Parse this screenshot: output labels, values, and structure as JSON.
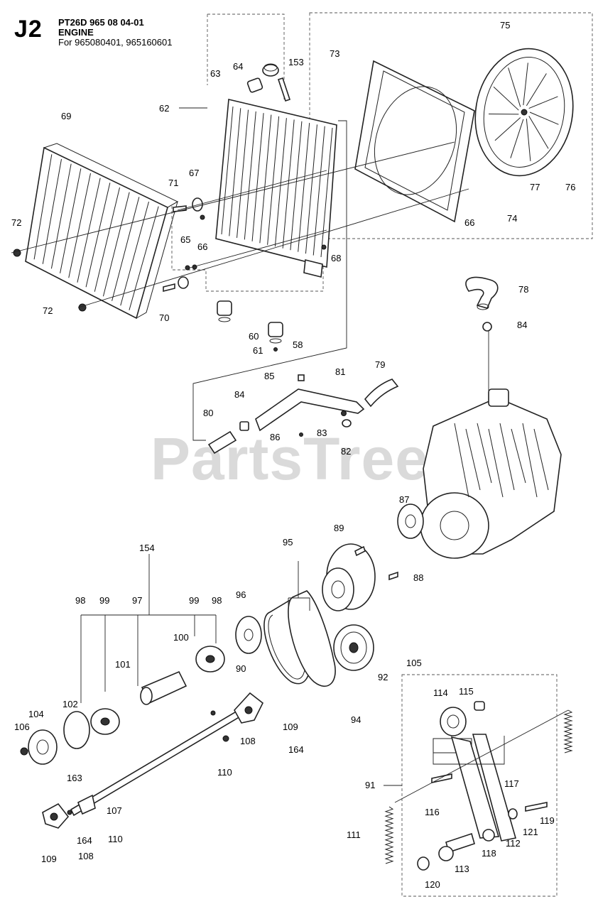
{
  "header": {
    "section": "J2",
    "model": "PT26D 965 08 04-01",
    "subtitle": "ENGINE",
    "for_line": "For 965080401, 965160601"
  },
  "watermark": "PartsTree",
  "colors": {
    "line": "#222222",
    "watermark": "#9a9a9a",
    "background": "#ffffff"
  },
  "labels": [
    {
      "id": "l75",
      "text": "75"
    },
    {
      "id": "l73",
      "text": "73"
    },
    {
      "id": "l64",
      "text": "64"
    },
    {
      "id": "l153",
      "text": "153"
    },
    {
      "id": "l63",
      "text": "63"
    },
    {
      "id": "l62",
      "text": "62"
    },
    {
      "id": "l69",
      "text": "69"
    },
    {
      "id": "l71",
      "text": "71"
    },
    {
      "id": "l67",
      "text": "67"
    },
    {
      "id": "l72a",
      "text": "72"
    },
    {
      "id": "l65",
      "text": "65"
    },
    {
      "id": "l66a",
      "text": "66"
    },
    {
      "id": "l68",
      "text": "68"
    },
    {
      "id": "l77",
      "text": "77"
    },
    {
      "id": "l76",
      "text": "76"
    },
    {
      "id": "l66b",
      "text": "66"
    },
    {
      "id": "l74",
      "text": "74"
    },
    {
      "id": "l72b",
      "text": "72"
    },
    {
      "id": "l70",
      "text": "70"
    },
    {
      "id": "l78",
      "text": "78"
    },
    {
      "id": "l84a",
      "text": "84"
    },
    {
      "id": "l60",
      "text": "60"
    },
    {
      "id": "l58",
      "text": "58"
    },
    {
      "id": "l61",
      "text": "61"
    },
    {
      "id": "l85",
      "text": "85"
    },
    {
      "id": "l81",
      "text": "81"
    },
    {
      "id": "l79",
      "text": "79"
    },
    {
      "id": "l84b",
      "text": "84"
    },
    {
      "id": "l80",
      "text": "80"
    },
    {
      "id": "l83",
      "text": "83"
    },
    {
      "id": "l86",
      "text": "86"
    },
    {
      "id": "l82",
      "text": "82"
    },
    {
      "id": "l87",
      "text": "87"
    },
    {
      "id": "l89",
      "text": "89"
    },
    {
      "id": "l95",
      "text": "95"
    },
    {
      "id": "l154",
      "text": "154"
    },
    {
      "id": "l88",
      "text": "88"
    },
    {
      "id": "l98a",
      "text": "98"
    },
    {
      "id": "l99a",
      "text": "99"
    },
    {
      "id": "l97",
      "text": "97"
    },
    {
      "id": "l99b",
      "text": "99"
    },
    {
      "id": "l98b",
      "text": "98"
    },
    {
      "id": "l96",
      "text": "96"
    },
    {
      "id": "l100",
      "text": "100"
    },
    {
      "id": "l90",
      "text": "90"
    },
    {
      "id": "l92",
      "text": "92"
    },
    {
      "id": "l105",
      "text": "105"
    },
    {
      "id": "l101",
      "text": "101"
    },
    {
      "id": "l102",
      "text": "102"
    },
    {
      "id": "l104",
      "text": "104"
    },
    {
      "id": "l106",
      "text": "106"
    },
    {
      "id": "l163",
      "text": "163"
    },
    {
      "id": "l94",
      "text": "94"
    },
    {
      "id": "l114",
      "text": "114"
    },
    {
      "id": "l115",
      "text": "115"
    },
    {
      "id": "l109a",
      "text": "109"
    },
    {
      "id": "l108a",
      "text": "108"
    },
    {
      "id": "l164a",
      "text": "164"
    },
    {
      "id": "l110a",
      "text": "110"
    },
    {
      "id": "l91",
      "text": "91"
    },
    {
      "id": "l117",
      "text": "117"
    },
    {
      "id": "l107",
      "text": "107"
    },
    {
      "id": "l116",
      "text": "116"
    },
    {
      "id": "l119",
      "text": "119"
    },
    {
      "id": "l121",
      "text": "121"
    },
    {
      "id": "l111",
      "text": "111"
    },
    {
      "id": "l112",
      "text": "112"
    },
    {
      "id": "l118",
      "text": "118"
    },
    {
      "id": "l164b",
      "text": "164"
    },
    {
      "id": "l110b",
      "text": "110"
    },
    {
      "id": "l109b",
      "text": "109"
    },
    {
      "id": "l108b",
      "text": "108"
    },
    {
      "id": "l113",
      "text": "113"
    },
    {
      "id": "l120",
      "text": "120"
    }
  ]
}
